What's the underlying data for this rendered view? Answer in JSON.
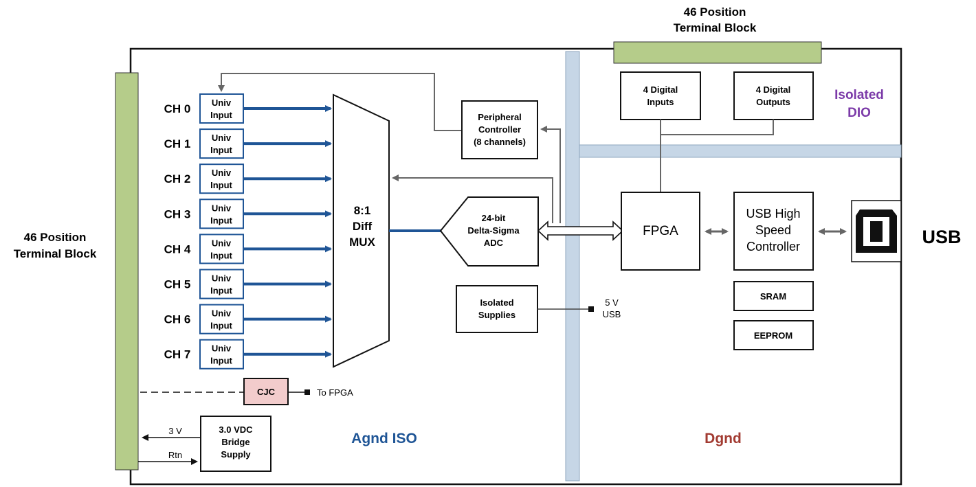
{
  "labels": {
    "tb_top_1": "46 Position",
    "tb_top_2": "Terminal Block",
    "tb_left_1": "46 Position",
    "tb_left_2": "Terminal Block",
    "usb_side": "USB",
    "iso_dio_1": "Isolated",
    "iso_dio_2": "DIO",
    "agnd": "Agnd ISO",
    "dgnd": "Dgnd",
    "to_fpga": "To FPGA",
    "v3": "3 V",
    "rtn": "Rtn",
    "v5_1": "5 V",
    "v5_2": "USB"
  },
  "channels": [
    {
      "name": "CH 0",
      "l1": "Univ",
      "l2": "Input"
    },
    {
      "name": "CH 1",
      "l1": "Univ",
      "l2": "Input"
    },
    {
      "name": "CH 2",
      "l1": "Univ",
      "l2": "Input"
    },
    {
      "name": "CH 3",
      "l1": "Univ",
      "l2": "Input"
    },
    {
      "name": "CH 4",
      "l1": "Univ",
      "l2": "Input"
    },
    {
      "name": "CH 5",
      "l1": "Univ",
      "l2": "Input"
    },
    {
      "name": "CH 6",
      "l1": "Univ",
      "l2": "Input"
    },
    {
      "name": "CH 7",
      "l1": "Univ",
      "l2": "Input"
    }
  ],
  "blocks": {
    "mux": [
      "8:1",
      "Diff",
      "MUX"
    ],
    "adc": [
      "24-bit",
      "Delta-Sigma",
      "ADC"
    ],
    "periph": [
      "Peripheral",
      "Controller",
      "(8 channels)"
    ],
    "iso_sup": [
      "Isolated",
      "Supplies"
    ],
    "dig_in": [
      "4 Digital",
      "Inputs"
    ],
    "dig_out": [
      "4 Digital",
      "Outputs"
    ],
    "fpga": "FPGA",
    "usbctl": [
      "USB High",
      "Speed",
      "Controller"
    ],
    "sram": "SRAM",
    "eeprom": "EEPROM",
    "cjc": "CJC",
    "bridge": [
      "3.0 VDC",
      "Bridge",
      "Supply"
    ]
  },
  "colors": {
    "terminal_green": "#b5cc8a",
    "iso_bar": "#c6d6e6",
    "channel_blue": "#1f5596",
    "agnd_blue": "#1f5596",
    "dgnd_red": "#a23b32",
    "dio_purple": "#7b3aa8",
    "cjc_pink": "#f2cccc",
    "gray_line": "#666666"
  }
}
